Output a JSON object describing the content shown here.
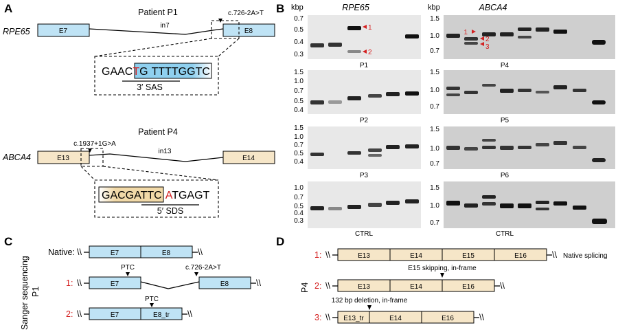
{
  "panels": {
    "a": "A",
    "b": "B",
    "c": "C",
    "d": "D"
  },
  "panel_a": {
    "p1_title": "Patient P1",
    "p1_gene": "RPE65",
    "p1_exon1": "E7",
    "p1_intron": "in7",
    "p1_exon2": "E8",
    "p1_variant": "c.726-2A>T",
    "p1_seq_pre": "GAAC",
    "p1_seq_mut": "T",
    "p1_seq_g": "G",
    "p1_seq_exon": "TTTTGGTC",
    "p1_site": "3′ SAS",
    "p4_title": "Patient P4",
    "p4_gene": "ABCA4",
    "p4_variant": "c.1937+1G>A",
    "p4_exon1": "E13",
    "p4_intron": "in13",
    "p4_exon2": "E14",
    "p4_seq_exon": "GACGATTC",
    "p4_seq_mut": "A",
    "p4_seq_post": "TGAGT",
    "p4_site": "5′ SDS"
  },
  "panel_b": {
    "kbp_label": "kbp",
    "rpe65_header": "RPE65",
    "abca4_header": "ABCA4",
    "rpe65_blots": [
      {
        "label": "P1",
        "ticks": [
          "0.7",
          "0.5",
          "0.4",
          "0.3"
        ]
      },
      {
        "label": "P2",
        "ticks": [
          "1.5",
          "1.0",
          "0.7",
          "0.5",
          "0.4"
        ]
      },
      {
        "label": "P3",
        "ticks": [
          "1.5",
          "1.0",
          "0.7",
          "0.5",
          "0.4"
        ]
      },
      {
        "label": "CTRL",
        "ticks": [
          "1.0",
          "0.7",
          "0.5",
          "0.4",
          "0.3"
        ]
      }
    ],
    "abca4_blots": [
      {
        "label": "P4",
        "ticks": [
          "1.5",
          "1.0",
          "0.7"
        ]
      },
      {
        "label": "P5",
        "ticks": [
          "1.5",
          "1.0",
          "0.7"
        ]
      },
      {
        "label": "P6",
        "ticks": [
          "1.5",
          "1.0",
          "0.7"
        ]
      },
      {
        "label": "CTRL",
        "ticks": [
          "1.5",
          "1.0",
          "0.7"
        ]
      }
    ],
    "p1_markers": [
      "1",
      "2"
    ],
    "p4_markers": [
      "1",
      "2",
      "3"
    ]
  },
  "panel_c": {
    "side_label": "Sanger sequencing",
    "side_label2": "P1",
    "native_label": "Native:",
    "native_e7": "E7",
    "native_e8": "E8",
    "iso1_num": "1:",
    "iso1_e7": "E7",
    "iso1_e8": "E8",
    "iso1_ptc": "PTC",
    "iso1_variant": "c.726-2A>T",
    "iso2_num": "2:",
    "iso2_e7": "E7",
    "iso2_e8": "E8_tr",
    "iso2_ptc": "PTC"
  },
  "panel_d": {
    "side_label": "P4",
    "iso1_num": "1:",
    "iso1_exons": [
      "E13",
      "E14",
      "E15",
      "E16"
    ],
    "iso1_note": "Native splicing",
    "iso2_num": "2:",
    "iso2_exons": [
      "E13",
      "E14",
      "E16"
    ],
    "iso2_note": "E15 skipping, in-frame",
    "iso3_num": "3:",
    "iso3_exons": [
      "E13_tr",
      "E14",
      "E16"
    ],
    "iso3_note": "132 bp deletion, in-frame"
  },
  "colors": {
    "rpe65_exon": "#bfe3f5",
    "abca4_exon": "#f6e6c8",
    "mutation": "#d42020"
  }
}
